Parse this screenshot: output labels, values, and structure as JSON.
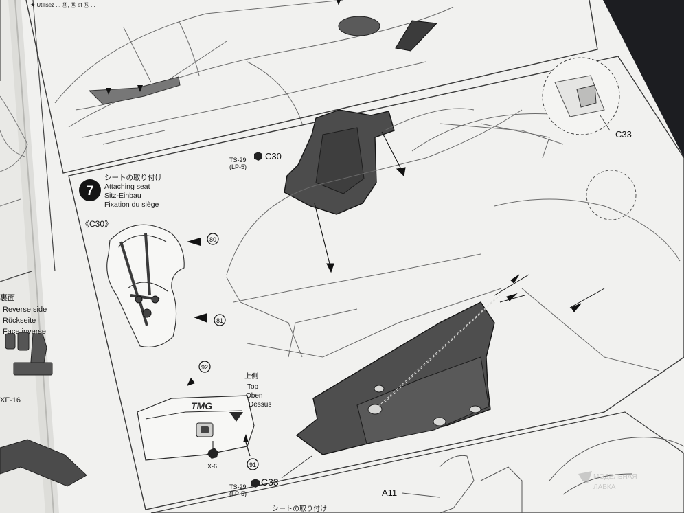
{
  "top_note": "★ Utilisez ...\n⑭, ⑮ et ⑯ ...",
  "step": {
    "number": "7",
    "title_jp": "シートの取り付け",
    "title_en": "Attaching seat",
    "title_de": "Sitz-Einbau",
    "title_fr": "Fixation du siège"
  },
  "inset_c30": {
    "label": "《C30》",
    "decal_top": "80",
    "decal_bottom": "81"
  },
  "seat_paint": {
    "paint": "TS-29",
    "paint_alt": "(LP-5)",
    "part": "C30"
  },
  "floor_paint": {
    "paint": "TS-29",
    "paint_alt": "(LP-5)",
    "part": "C33"
  },
  "detail_callout": {
    "part": "C33"
  },
  "decal_side": {
    "decal_a": "92",
    "decal_b": "91",
    "screw": "X-6",
    "side_jp": "上側",
    "side_en": "Top",
    "side_de": "Oben",
    "side_fr": "Dessus",
    "logo": "TMG"
  },
  "left_page": {
    "side_jp": "裏面",
    "side_en": "Reverse side",
    "side_de": "Rückseite",
    "side_fr": "Face inverse",
    "part_label": "XF-16"
  },
  "bottom": {
    "part": "A11",
    "title_jp": "シートの取り付け"
  },
  "watermark": {
    "line1": "МОДЕЛЬНАЯ",
    "line2": "ЛАВКА"
  },
  "colors": {
    "paper": "#f2f2f0",
    "ink": "#2a2a2a",
    "part_gray": "#4e4e4e",
    "background": "#1c1d21"
  }
}
